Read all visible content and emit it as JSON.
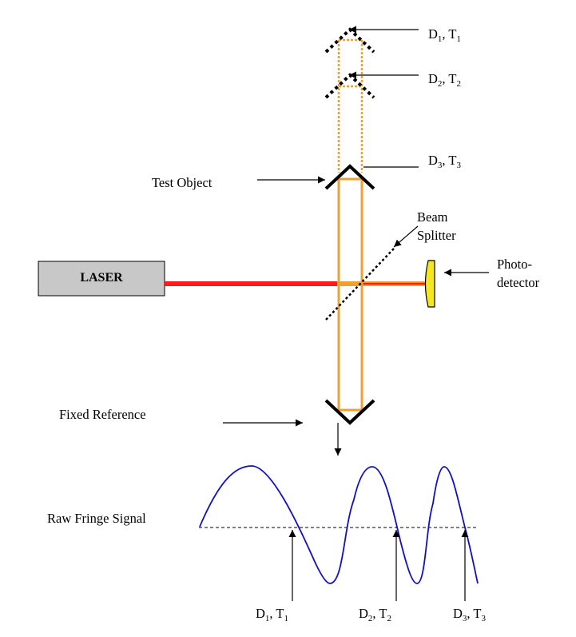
{
  "labels": {
    "laser": "LASER",
    "test_object": "Test Object",
    "beam_splitter_line1": "Beam",
    "beam_splitter_line2": "Splitter",
    "photodetector_line1": "Photo-",
    "photodetector_line2": "detector",
    "fixed_reference": "Fixed Reference",
    "raw_fringe_signal": "Raw Fringe Signal"
  },
  "positions": [
    {
      "d": "D",
      "d_sub": "1",
      "t": "T",
      "t_sub": "1"
    },
    {
      "d": "D",
      "d_sub": "2",
      "t": "T",
      "t_sub": "2"
    },
    {
      "d": "D",
      "d_sub": "3",
      "t": "T",
      "t_sub": "3"
    }
  ],
  "colors": {
    "laser_beam": "#ff1a1a",
    "interferometer_beam": "#f0a030",
    "laser_body": "#c8c8c8",
    "photodetector": "#f5e61e",
    "signal": "#1010c0",
    "ink": "#000000"
  }
}
